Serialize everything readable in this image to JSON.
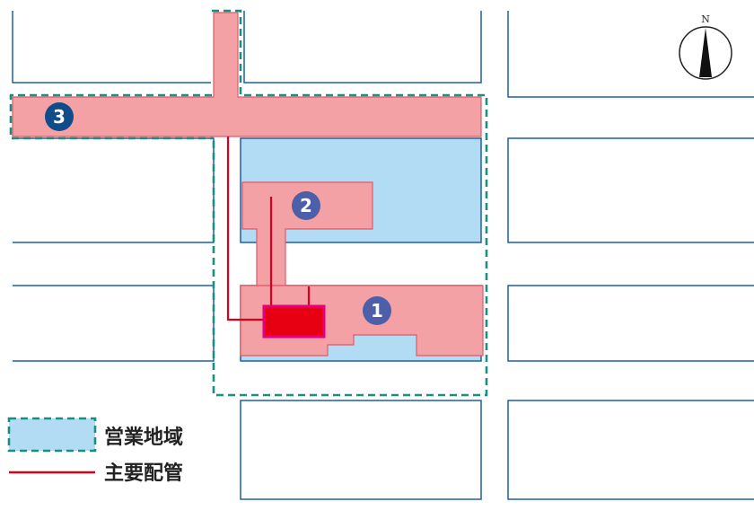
{
  "colors": {
    "block_outline": "#1f5fa8",
    "service_area_fill": "#b2dcf4",
    "service_area_border": "#1a8f80",
    "facility_fill": "#f4a1a6",
    "facility_stroke": "#dd5a68",
    "pipe": "#d9001b",
    "station_fill": "#e60012",
    "station_border": "#e4007f",
    "badge_1": "#4d5fa8",
    "badge_2": "#4d5fa8",
    "badge_3": "#0f4d8a"
  },
  "compass": {
    "label": "N",
    "icon": "north-arrow-icon"
  },
  "markers": [
    {
      "id": "1",
      "label": "1"
    },
    {
      "id": "2",
      "label": "2"
    },
    {
      "id": "3",
      "label": "3"
    }
  ],
  "legend": {
    "service_area": "営業地域",
    "main_pipe": "主要配管"
  }
}
